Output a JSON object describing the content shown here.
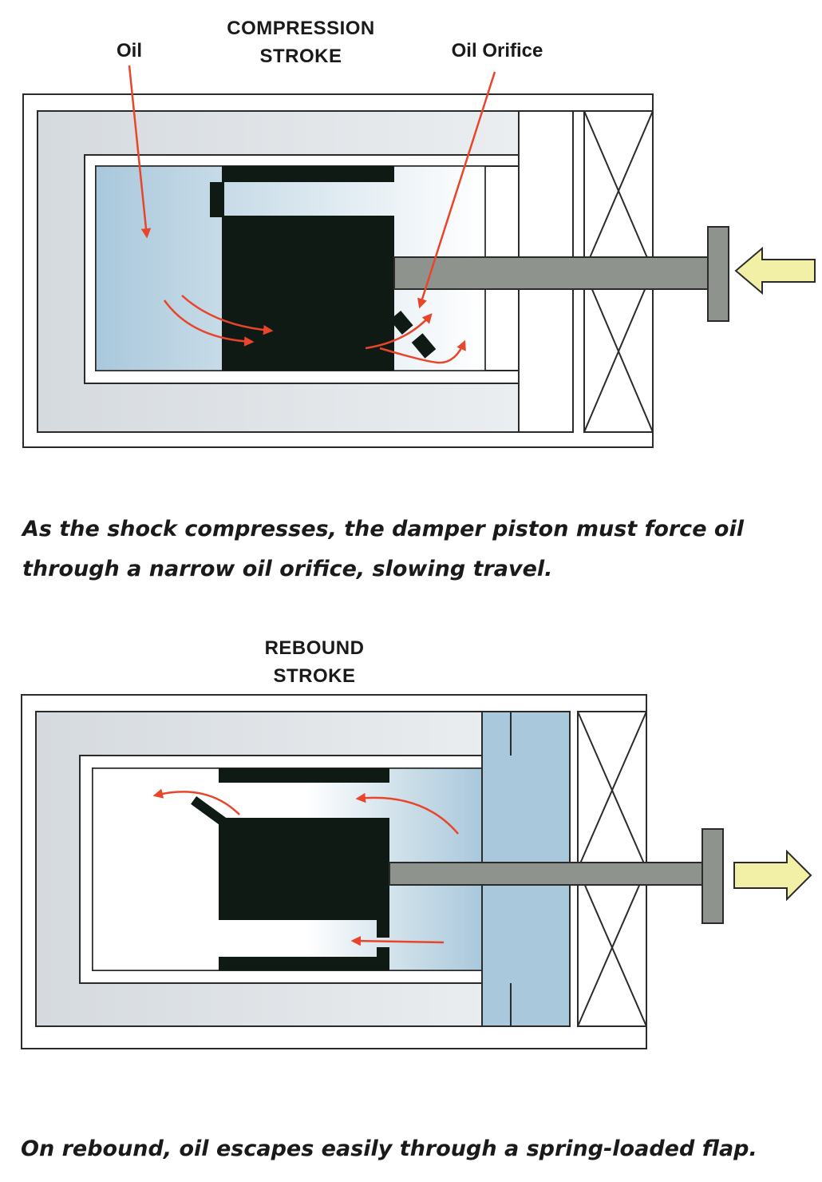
{
  "compression": {
    "title_line1": "COMPRESSION",
    "title_line2": "STROKE",
    "label_oil": "Oil",
    "label_orifice": "Oil Orifice",
    "caption_line1": "As the shock compresses, the damper piston must force oil",
    "caption_line2": "through a narrow oil orifice, slowing travel."
  },
  "rebound": {
    "title_line1": "REBOUND",
    "title_line2": "STROKE",
    "caption": "On rebound, oil escapes easily through a spring-loaded flap."
  },
  "colors": {
    "oil_blue": "#a9c8dc",
    "housing_gray": "#dde1e5",
    "piston_black": "#0f1a14",
    "rod_gray": "#8e938e",
    "flow_arrow_red": "#e8452a",
    "motion_arrow_yellow": "#f2f0a6"
  }
}
